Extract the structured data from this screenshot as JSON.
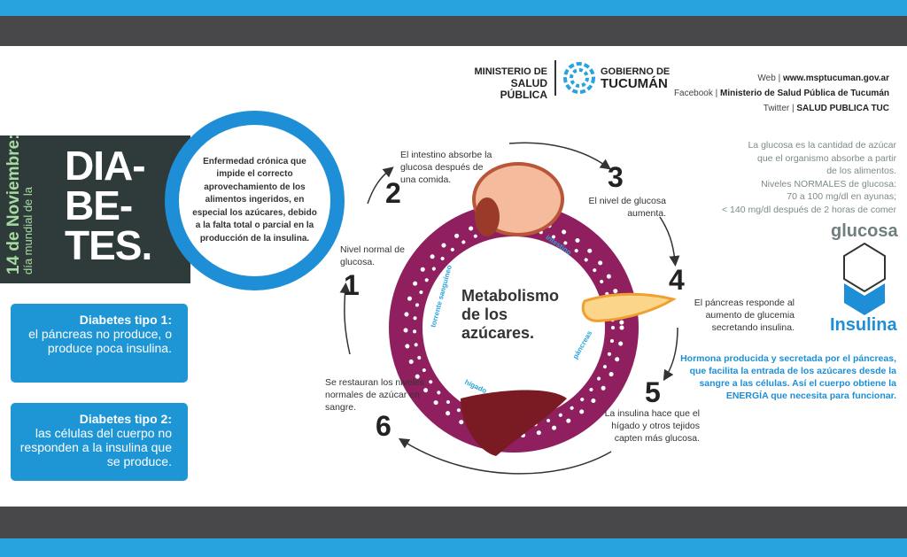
{
  "header": {
    "ministerio": [
      "MINISTERIO DE",
      "SALUD PÚBLICA"
    ],
    "gobierno": [
      "GOBIERNO DE",
      "TUCUMÁN"
    ],
    "contacts": [
      {
        "label": "Web |",
        "value": "www.msptucuman.gov.ar"
      },
      {
        "label": "Facebook |",
        "value": "Ministerio de Salud Pública de Tucumán"
      },
      {
        "label": "Twitter |",
        "value": "SALUD PUBLICA TUC"
      }
    ]
  },
  "title": {
    "date": "14 de Noviembre:",
    "subtitle": "día mundial de la",
    "word": [
      "DIA-",
      "BE-",
      "TES."
    ]
  },
  "definition": "Enfermedad crónica  que impide el correcto aprovechamiento de los alimentos ingeridos, en especial los azúcares, debido a la falta total o parcial en la producción de la insulina.",
  "types": [
    {
      "title": "Diabetes tipo 1:",
      "text": "el páncreas no produce, o produce poca insulina."
    },
    {
      "title": "Diabetes tipo 2:",
      "text": "las células del cuerpo no responden a la insulina que se produce."
    }
  ],
  "center": {
    "title": [
      "Metabolismo",
      "de los",
      "azúcares."
    ]
  },
  "ring_labels": [
    "intestino",
    "torrente sanguíneo",
    "páncreas",
    "hígado"
  ],
  "steps": [
    {
      "n": "1",
      "text": "Nivel normal de glucosa."
    },
    {
      "n": "2",
      "text": "El intestino absorbe la glucosa después de una comida."
    },
    {
      "n": "3",
      "text": "El nivel de glucosa aumenta."
    },
    {
      "n": "4",
      "text": "El páncreas responde al aumento de glucemia secretando insulina."
    },
    {
      "n": "5",
      "text": "La insulina hace que el hígado y otros tejidos capten más glucosa."
    },
    {
      "n": "6",
      "text": "Se restauran los niveles normales de azúcar en sangre."
    }
  ],
  "glucosa": {
    "info": [
      "La glucosa es la cantidad de azúcar",
      "que el organismo absorbe a partir",
      "de los alimentos.",
      "Niveles NORMALES de glucosa:",
      "70 a 100 mg/dl en ayunas;",
      "< 140 mg/dl después de 2 horas de comer"
    ],
    "word": "glucosa"
  },
  "insulina": {
    "word": "Insulina",
    "info": "Hormona producida y secretada por el páncreas, que facilita la entrada de los azúcares desde la sangre a las células. Así el cuerpo obtiene la ENERGÍA que necesita para funcionar."
  },
  "colors": {
    "blue": "#1e8fd6",
    "ring": "#8f1f5e",
    "dark": "#2f3a3a"
  }
}
